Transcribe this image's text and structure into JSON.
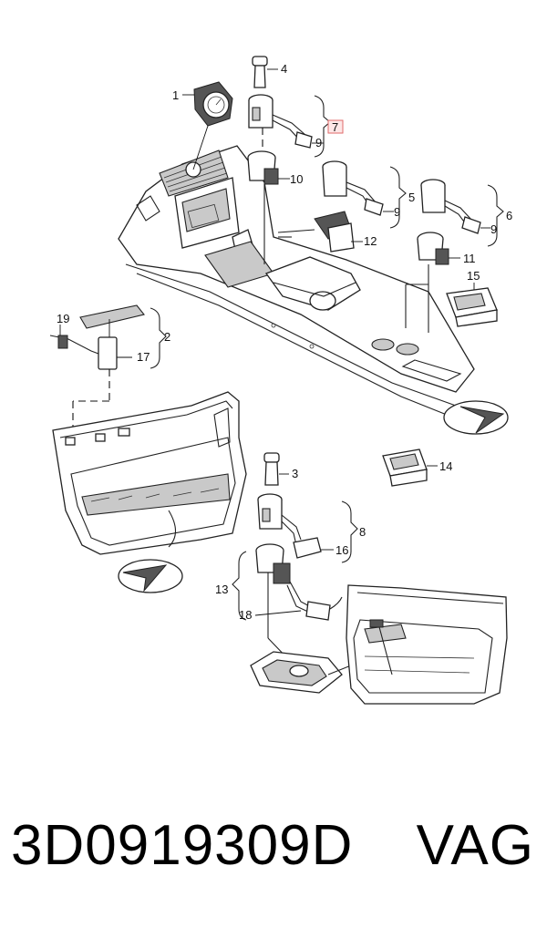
{
  "callouts": {
    "c1": "1",
    "c2": "2",
    "c3": "3",
    "c4": "4",
    "c5": "5",
    "c6": "6",
    "c7": "7",
    "c8": "8",
    "c9a": "9",
    "c9b": "9",
    "c9c": "9",
    "c10": "10",
    "c11": "11",
    "c12": "12",
    "c13": "13",
    "c14": "14",
    "c15": "15",
    "c16": "16",
    "c17": "17",
    "c18": "18",
    "c19": "19"
  },
  "highlight_color": "#e06a6a",
  "footer": {
    "part_number": "3D0919309D",
    "brand": "VAG"
  }
}
